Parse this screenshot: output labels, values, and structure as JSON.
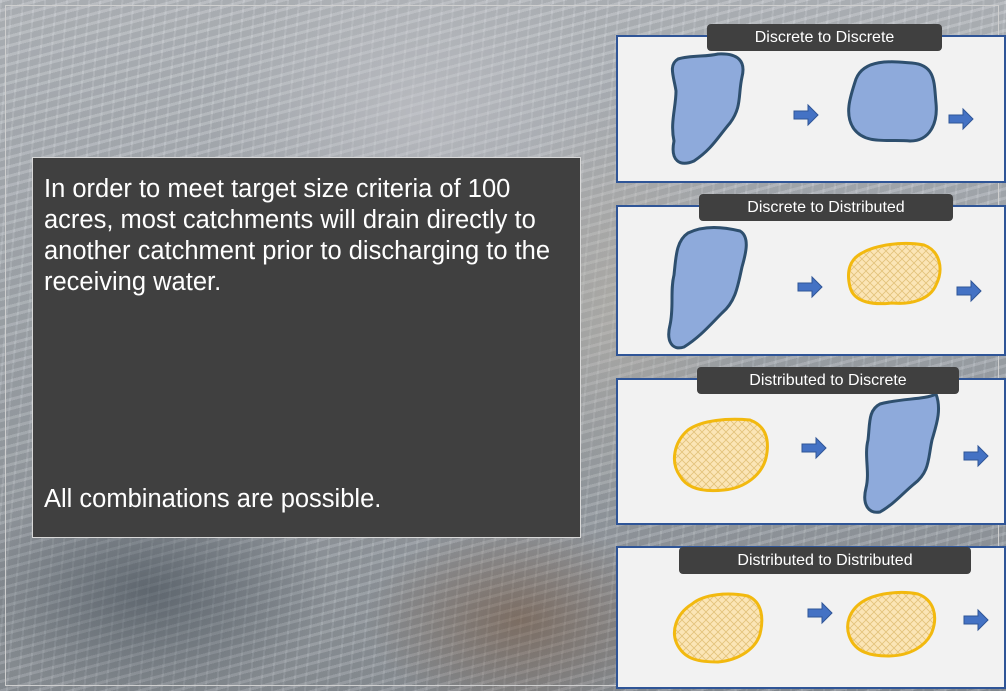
{
  "text_box": {
    "main": "In order to meet target size criteria of 100 acres, most catchments will drain directly to another catchment prior to discharging to the receiving water.",
    "footer": "All combinations are possible."
  },
  "panels": [
    {
      "label": "Discrete to Discrete"
    },
    {
      "label": "Discrete to Distributed"
    },
    {
      "label": "Distributed to Discrete"
    },
    {
      "label": "Distributed to Distributed"
    }
  ],
  "colors": {
    "discrete_fill": "#8eaadb",
    "discrete_stroke": "#2e4f6e",
    "distributed_fill": "#fbe5b6",
    "distributed_stroke": "#f2b90f",
    "arrow_fill": "#4472c4",
    "panel_border": "#2f5597",
    "label_bg": "#404040"
  }
}
